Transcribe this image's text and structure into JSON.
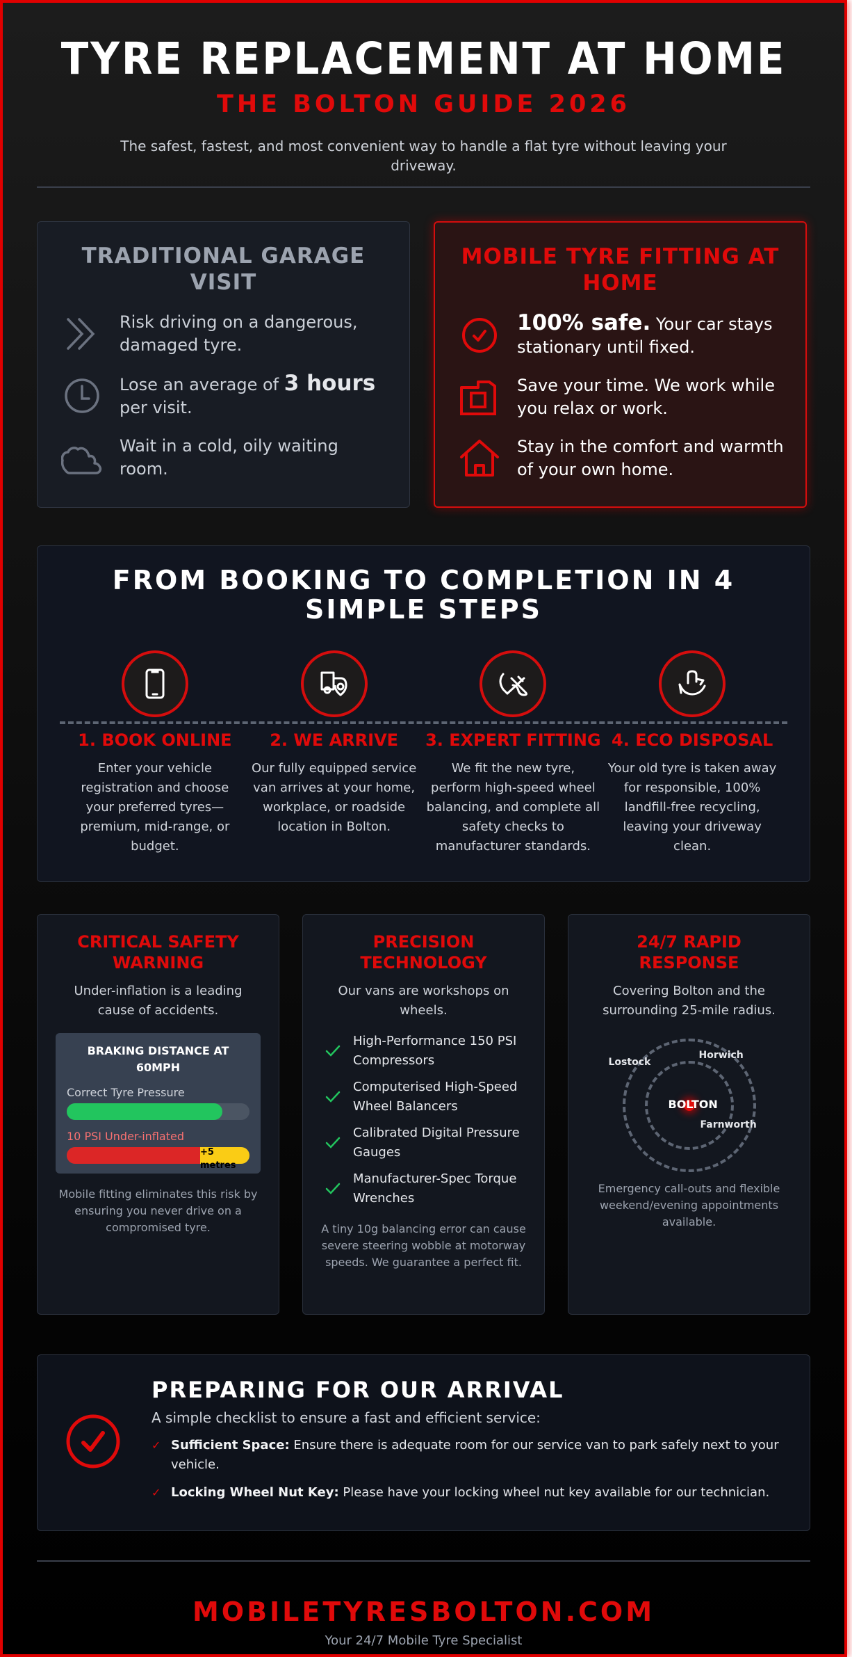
{
  "header": {
    "title": "TYRE REPLACEMENT AT HOME",
    "subtitle": "THE BOLTON GUIDE 2026",
    "intro": "The safest, fastest, and most convenient way to handle a flat tyre without leaving your driveway."
  },
  "comparison": {
    "traditional": {
      "title": "TRADITIONAL GARAGE VISIT",
      "items": [
        {
          "icon": "double-chevron-icon",
          "text": "Risk driving on a dangerous, damaged tyre."
        },
        {
          "icon": "clock-icon",
          "pre": "Lose an average of ",
          "bold": "3 hours",
          "post": " per visit."
        },
        {
          "icon": "cloud-icon",
          "text": "Wait in a cold, oily waiting room."
        }
      ]
    },
    "mobile": {
      "title": "MOBILE TYRE FITTING AT HOME",
      "items": [
        {
          "icon": "check-circle-icon",
          "bold": "100% safe.",
          "post": " Your car stays stationary until fixed."
        },
        {
          "icon": "laptop-bag-icon",
          "text": "Save your time. We work while you relax or work."
        },
        {
          "icon": "house-icon",
          "text": "Stay in the comfort and warmth of your own home."
        }
      ]
    }
  },
  "steps": {
    "title": "FROM BOOKING TO COMPLETION IN 4 SIMPLE STEPS",
    "items": [
      {
        "icon": "smartphone-icon",
        "title": "1. BOOK ONLINE",
        "desc": "Enter your vehicle registration and choose your preferred tyres—premium, mid-range, or budget."
      },
      {
        "icon": "van-location-icon",
        "title": "2. WE ARRIVE",
        "desc": "Our fully equipped service van arrives at your home, workplace, or roadside location in Bolton."
      },
      {
        "icon": "wrench-tools-icon",
        "title": "3. EXPERT FITTING",
        "desc": "We fit the new tyre, perform high-speed wheel balancing, and complete all safety checks to manufacturer standards."
      },
      {
        "icon": "recycle-icon",
        "title": "4. ECO DISPOSAL",
        "desc": "Your old tyre is taken away for responsible, 100% landfill-free recycling, leaving your driveway clean."
      }
    ]
  },
  "safety": {
    "title": "CRITICAL SAFETY WARNING",
    "subtitle": "Under-inflation is a leading cause of accidents.",
    "chart_title": "BRAKING DISTANCE AT 60MPH",
    "bar_correct_label": "Correct Tyre Pressure",
    "bar_under_label": "10 PSI Under-inflated",
    "bar_extra_label": "+5 metres",
    "note": "Mobile fitting eliminates this risk by ensuring you never drive on a compromised tyre."
  },
  "technology": {
    "title": "PRECISION TECHNOLOGY",
    "subtitle": "Our vans are workshops on wheels.",
    "items": [
      "High-Performance 150 PSI Compressors",
      "Computerised High-Speed Wheel Balancers",
      "Calibrated Digital Pressure Gauges",
      "Manufacturer-Spec Torque Wrenches"
    ],
    "note": "A tiny 10g balancing error can cause severe steering wobble at motorway speeds. We guarantee a perfect fit."
  },
  "response": {
    "title": "24/7 RAPID RESPONSE",
    "subtitle": "Covering Bolton and the surrounding 25-mile radius.",
    "map": {
      "center": "BOLTON",
      "towns": [
        "Lostock",
        "Horwich",
        "Farnworth"
      ]
    },
    "note": "Emergency call-outs and flexible weekend/evening appointments available."
  },
  "prep": {
    "title": "PREPARING FOR OUR ARRIVAL",
    "subtitle": "A simple checklist to ensure a fast and efficient service:",
    "items": [
      {
        "bold": "Sufficient Space:",
        "text": " Ensure there is adequate room for our service van to park safely next to your vehicle."
      },
      {
        "bold": "Locking Wheel Nut Key:",
        "text": " Please have your locking wheel nut key available for our technician."
      }
    ]
  },
  "footer": {
    "brand": "MOBILETYRESBOLTON.COM",
    "tagline": "Your 24/7 Mobile Tyre Specialist"
  },
  "chart_data": {
    "type": "bar",
    "title": "BRAKING DISTANCE AT 60MPH",
    "categories": [
      "Correct Tyre Pressure",
      "10 PSI Under-inflated"
    ],
    "values": [
      85,
      100
    ],
    "annotations": [
      "+5 metres"
    ],
    "xlabel": "",
    "ylabel": "",
    "colors": {
      "correct": "#22c55e",
      "under": "#dc2626",
      "extra": "#facc15"
    }
  },
  "colors": {
    "accent": "#e00a0a",
    "success": "#22c55e",
    "warning": "#facc15",
    "card_bg": "#13171f"
  }
}
